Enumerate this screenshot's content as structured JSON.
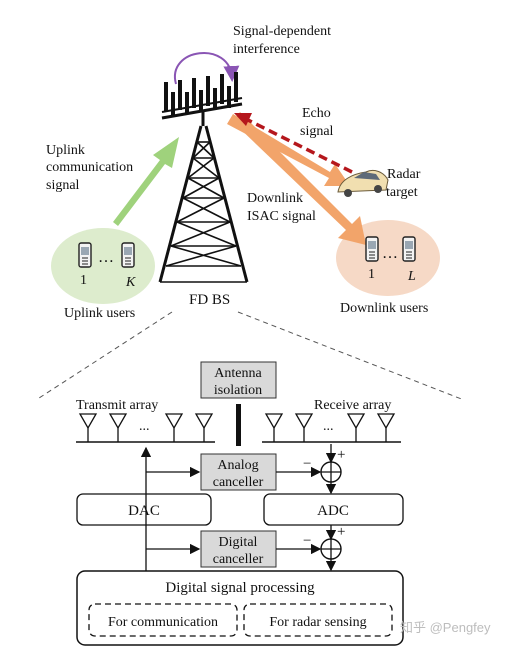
{
  "labels": {
    "signal_dependent_1": "Signal-dependent",
    "signal_dependent_2": "interference",
    "echo_1": "Echo",
    "echo_2": "signal",
    "uplink_signal_1": "Uplink",
    "uplink_signal_2": "communication",
    "uplink_signal_3": "signal",
    "radar_1": "Radar",
    "radar_2": "target",
    "downlink_isac_1": "Downlink",
    "downlink_isac_2": "ISAC signal",
    "fd_bs": "FD BS",
    "uplink_users": "Uplink users",
    "downlink_users": "Downlink users",
    "uplink_first": "1",
    "uplink_last": "K",
    "downlink_first": "1",
    "downlink_last": "L",
    "dots": "…",
    "array_dots": "...",
    "transmit_array": "Transmit array",
    "receive_array": "Receive array",
    "antenna_isolation_1": "Antenna",
    "antenna_isolation_2": "isolation",
    "analog_canceller_1": "Analog",
    "analog_canceller_2": "canceller",
    "digital_canceller_1": "Digital",
    "digital_canceller_2": "canceller",
    "dac": "DAC",
    "adc": "ADC",
    "minus": "−",
    "plus": "+",
    "dsp": "Digital signal processing",
    "for_communication": "For communication",
    "for_radar": "For radar sensing",
    "watermark": "知乎 @Pengfey"
  },
  "colors": {
    "uplink_arrow": "#9fd27c",
    "downlink_arrow": "#f2a46a",
    "echo_arrow": "#b5171c",
    "interference_arrow": "#8a55b4",
    "uplink_ellipse": "#ddeccd",
    "downlink_ellipse": "#f6d9c6",
    "grey_box": "#d9d9d9"
  }
}
